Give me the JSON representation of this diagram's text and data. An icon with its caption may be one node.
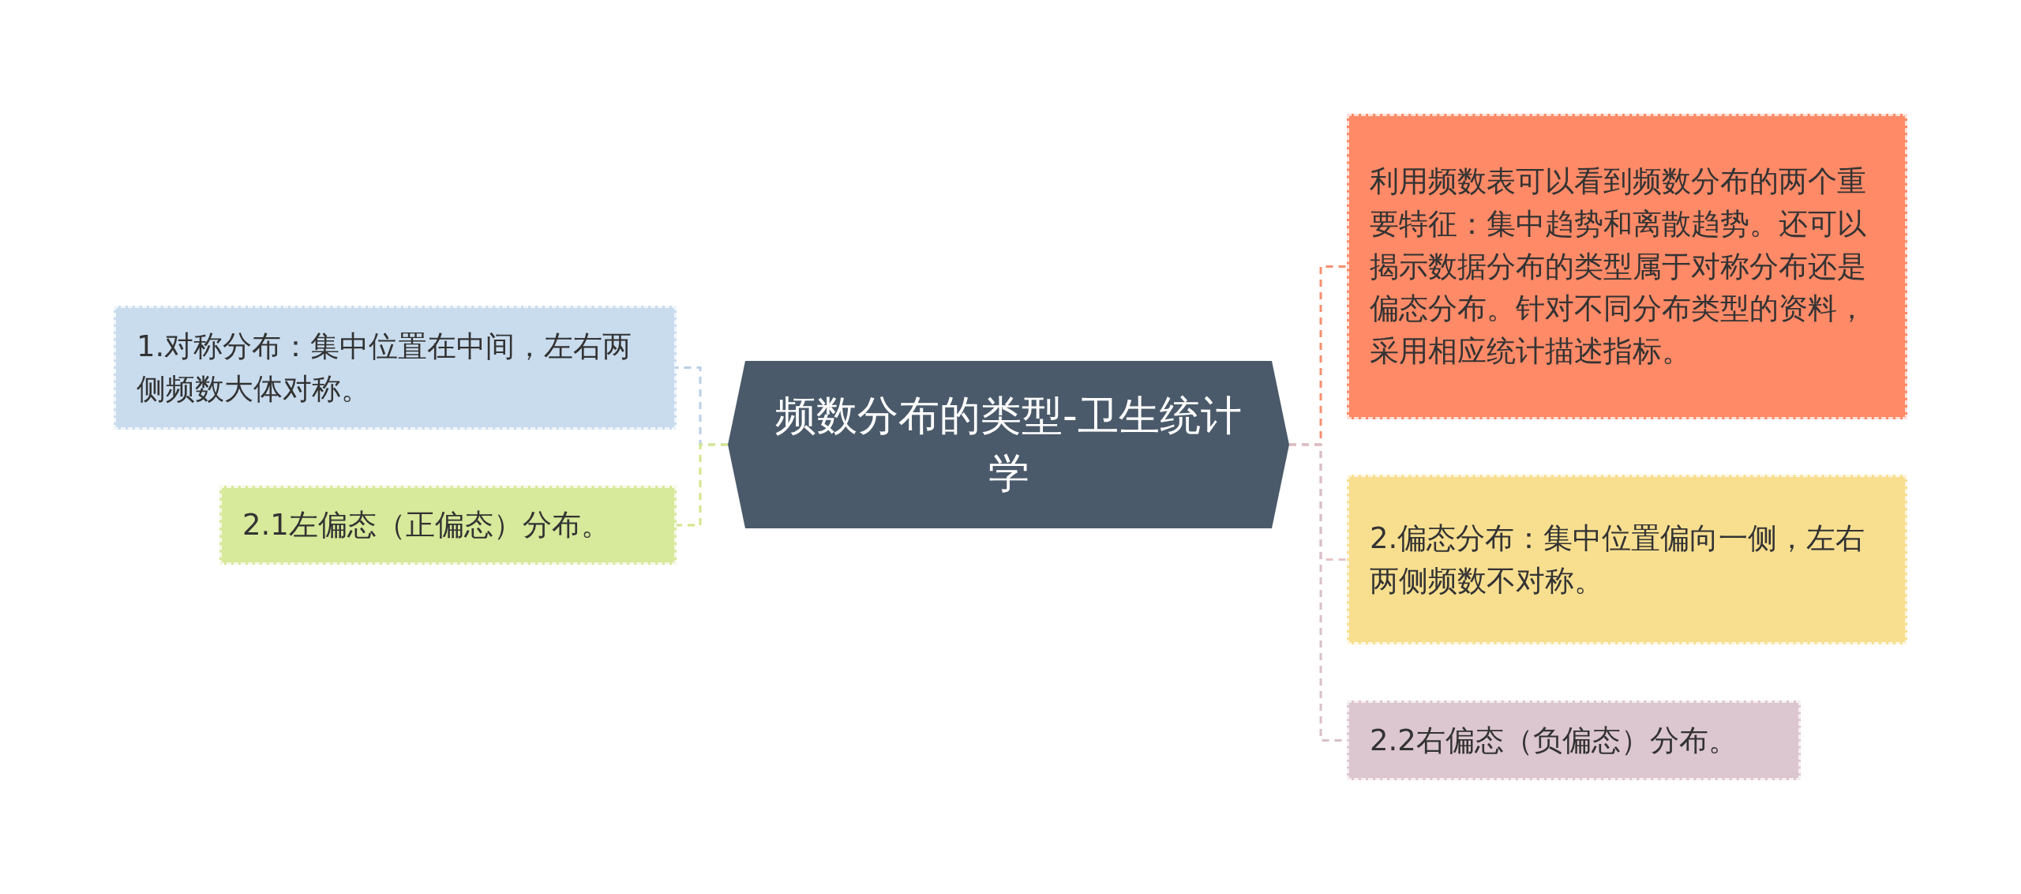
{
  "diagram": {
    "nodes": [
      {
        "text": [
          "频数分布的类型-卫生统计学"
        ]
      },
      {
        "text": [
          "1.对称分布：集中位置在中间，左右两侧频数大体对称。"
        ]
      },
      {
        "text": [
          "2.1左偏态（正偏态）分布。"
        ]
      },
      {
        "text": [
          "利用频数表可以看到频数分布的两个重要特征：集中趋势和离散趋势。还可以揭示数据分布的类型属于对称分布还是偏态分布。针对不同分布类型的资料，采用相应统计描述指标。"
        ]
      },
      {
        "text": [
          "2.偏态分布：集中位置偏向一侧，左右两侧频数不对称。"
        ]
      },
      {
        "text": [
          "2.2右偏态（负偏态）分布。"
        ]
      }
    ],
    "edges": [
      {
        "from": 0,
        "to": 1,
        "arrow": "none",
        "style": "dashed",
        "color": "#b9d0e6"
      },
      {
        "from": 0,
        "to": 2,
        "arrow": "none",
        "style": "dashed",
        "color": "#d3e58a"
      },
      {
        "from": 0,
        "to": 3,
        "arrow": "none",
        "style": "dashed",
        "color": "#f3906f"
      },
      {
        "from": 0,
        "to": 4,
        "arrow": "none",
        "style": "dashed",
        "color": "#e8c6c6"
      },
      {
        "from": 0,
        "to": 5,
        "arrow": "none",
        "style": "dashed",
        "color": "#d9bfc9"
      }
    ]
  }
}
